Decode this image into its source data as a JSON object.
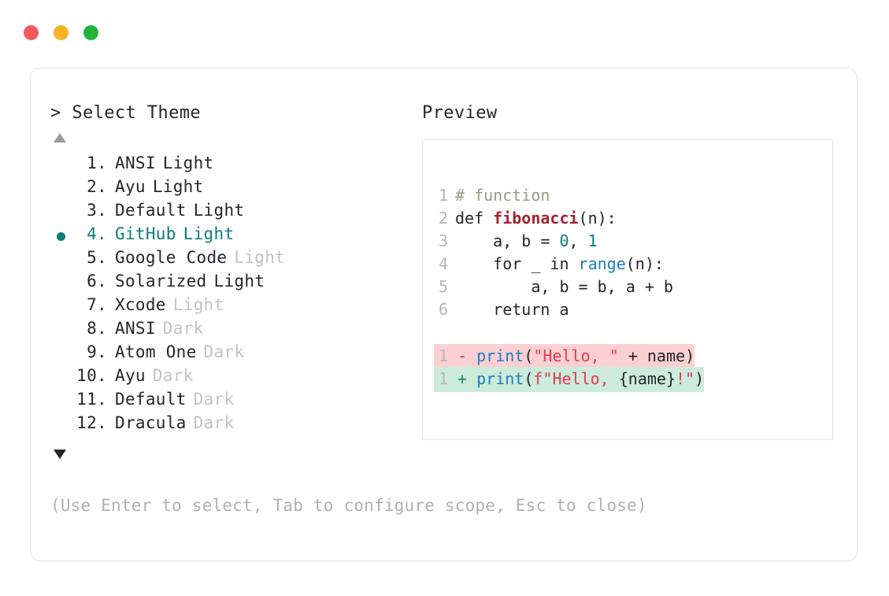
{
  "window": {
    "traffic_lights": [
      {
        "name": "close-button",
        "color": "#f4595b"
      },
      {
        "name": "minimize-button",
        "color": "#f5b227"
      },
      {
        "name": "maximize-button",
        "color": "#22b339"
      }
    ]
  },
  "colors": {
    "accent_teal": "#0e7c7b",
    "card_border": "#e2e2e2",
    "dim_text": "#c3c3c3",
    "hint_text": "#b0b0b0",
    "diff_delete_bg": "#fbd0d3",
    "diff_add_bg": "#ccebdb"
  },
  "selector": {
    "prompt_symbol": ">",
    "prompt_label": "Select Theme",
    "scroll_up_icon": "triangle-up-icon",
    "scroll_down_icon": "triangle-down-icon",
    "selected_index": 4,
    "items": [
      {
        "number": "1.",
        "name": "ANSI",
        "variant": "Light",
        "variant_dim": false,
        "selected": false
      },
      {
        "number": "2.",
        "name": "Ayu",
        "variant": "Light",
        "variant_dim": false,
        "selected": false
      },
      {
        "number": "3.",
        "name": "Default",
        "variant": "Light",
        "variant_dim": false,
        "selected": false
      },
      {
        "number": "4.",
        "name": "GitHub",
        "variant": "Light",
        "variant_dim": false,
        "selected": true
      },
      {
        "number": "5.",
        "name": "Google Code",
        "variant": "Light",
        "variant_dim": true,
        "selected": false
      },
      {
        "number": "6.",
        "name": "Solarized",
        "variant": "Light",
        "variant_dim": false,
        "selected": false
      },
      {
        "number": "7.",
        "name": "Xcode",
        "variant": "Light",
        "variant_dim": true,
        "selected": false
      },
      {
        "number": "8.",
        "name": "ANSI",
        "variant": "Dark",
        "variant_dim": true,
        "selected": false
      },
      {
        "number": "9.",
        "name": "Atom One",
        "variant": "Dark",
        "variant_dim": true,
        "selected": false
      },
      {
        "number": "10.",
        "name": "Ayu",
        "variant": "Dark",
        "variant_dim": true,
        "selected": false
      },
      {
        "number": "11.",
        "name": "Default",
        "variant": "Dark",
        "variant_dim": true,
        "selected": false
      },
      {
        "number": "12.",
        "name": "Dracula",
        "variant": "Dark",
        "variant_dim": true,
        "selected": false
      }
    ]
  },
  "preview": {
    "title": "Preview",
    "code_lines": [
      {
        "ln": "1",
        "tokens": [
          {
            "t": "# function",
            "c": "comment"
          }
        ]
      },
      {
        "ln": "2",
        "tokens": [
          {
            "t": "def ",
            "c": "plain"
          },
          {
            "t": "fibonacci",
            "c": "fn"
          },
          {
            "t": "(n):",
            "c": "punct"
          }
        ]
      },
      {
        "ln": "3",
        "tokens": [
          {
            "t": "    a, b = ",
            "c": "plain"
          },
          {
            "t": "0",
            "c": "num"
          },
          {
            "t": ", ",
            "c": "plain"
          },
          {
            "t": "1",
            "c": "num"
          }
        ]
      },
      {
        "ln": "4",
        "tokens": [
          {
            "t": "    for _ in ",
            "c": "plain"
          },
          {
            "t": "range",
            "c": "builtin"
          },
          {
            "t": "(n):",
            "c": "punct"
          }
        ]
      },
      {
        "ln": "5",
        "tokens": [
          {
            "t": "        a, b = b, a + b",
            "c": "plain"
          }
        ]
      },
      {
        "ln": "6",
        "tokens": [
          {
            "t": "    return a",
            "c": "plain"
          }
        ]
      }
    ],
    "diff_lines": [
      {
        "ln": "1",
        "kind": "delete",
        "sign": "-",
        "tokens": [
          {
            "t": "print",
            "c": "builtin"
          },
          {
            "t": "(",
            "c": "punct"
          },
          {
            "t": "\"Hello, \"",
            "c": "str"
          },
          {
            "t": " + name",
            "c": "plain"
          },
          {
            "t": ")",
            "c": "punct"
          }
        ]
      },
      {
        "ln": "1",
        "kind": "add",
        "sign": "+",
        "tokens": [
          {
            "t": "print",
            "c": "builtin"
          },
          {
            "t": "(",
            "c": "punct"
          },
          {
            "t": "f\"Hello, ",
            "c": "str"
          },
          {
            "t": "{name}",
            "c": "plain"
          },
          {
            "t": "!\"",
            "c": "str"
          },
          {
            "t": ")",
            "c": "punct"
          }
        ]
      }
    ]
  },
  "footer": {
    "hint": "(Use Enter to select, Tab to configure scope, Esc to close)"
  }
}
